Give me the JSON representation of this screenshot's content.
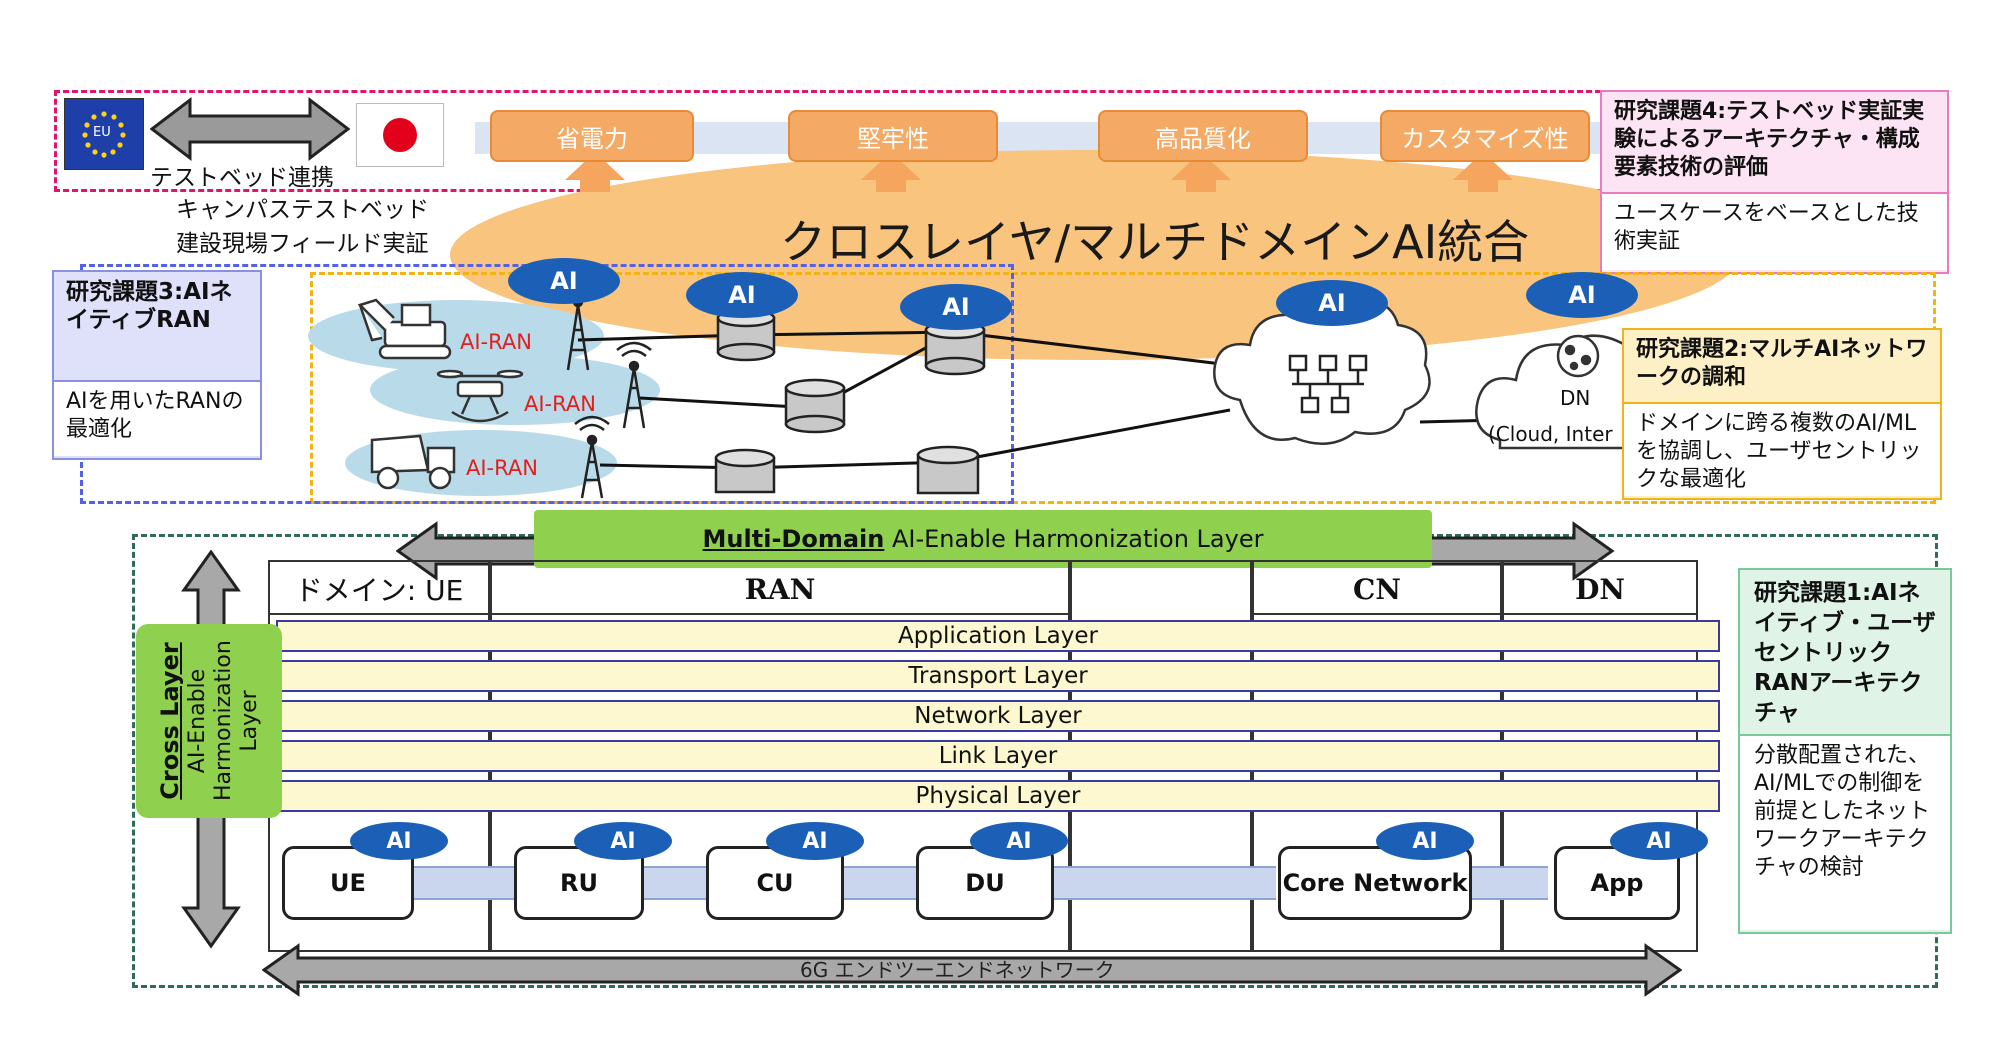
{
  "top": {
    "eu_label": "EU",
    "testbed_link": "テストベッド連携",
    "campus": "キャンパステストベッド",
    "field": "建設現場フィールド実証",
    "goals": [
      "省電力",
      "堅牢性",
      "高品質化",
      "カスタマイズ性"
    ],
    "banner": "クロスレイヤ/マルチドメインAI統合"
  },
  "task4": {
    "title": "研究課題4:テストベッド実証実験によるアーキテクチャ・構成要素技術の評価",
    "body": "ユースケースをベースとした技術実証"
  },
  "task3": {
    "title": "研究課題3:AIネイティブRAN",
    "body": "AIを用いたRANの最適化"
  },
  "task2": {
    "title": "研究課題2:マルチAIネットワークの調和",
    "body": "ドメインに跨る複数のAI/MLを協調し、ユーザセントリックな最適化"
  },
  "task1": {
    "title": "研究課題1:AIネイティブ・ユーザセントリックRANアーキテクチャ",
    "body": "分散配置された、AI/MLでの制御を前提としたネットワークアーキテクチャの検討"
  },
  "network": {
    "ai": "AI",
    "ai_ran": "AI-RAN",
    "dn_label": "DN",
    "dn_sub": "(Cloud, Inter"
  },
  "architecture": {
    "harmonization_bold": "Multi-Domain",
    "harmonization_rest": " AI-Enable Harmonization Layer",
    "cross_bold": "Cross Layer",
    "cross_rest": "AI-Enable Harmonization Layer",
    "domains": [
      "ドメイン: UE",
      "RAN",
      "CN",
      "DN"
    ],
    "layers": [
      "Application Layer",
      "Transport Layer",
      "Network Layer",
      "Link Layer",
      "Physical Layer"
    ],
    "nodes": [
      "UE",
      "RU",
      "CU",
      "DU",
      "Core Network",
      "App"
    ],
    "e2e": "6G エンドツーエンドネットワーク"
  },
  "colors": {
    "pink_dash": "#e0146e",
    "orange_dash": "#f3b312",
    "blue_dash": "#5560e8",
    "green_dash": "#2f6b55",
    "ai_blue": "#1c5fb6",
    "green_bar": "#8fd14f"
  }
}
